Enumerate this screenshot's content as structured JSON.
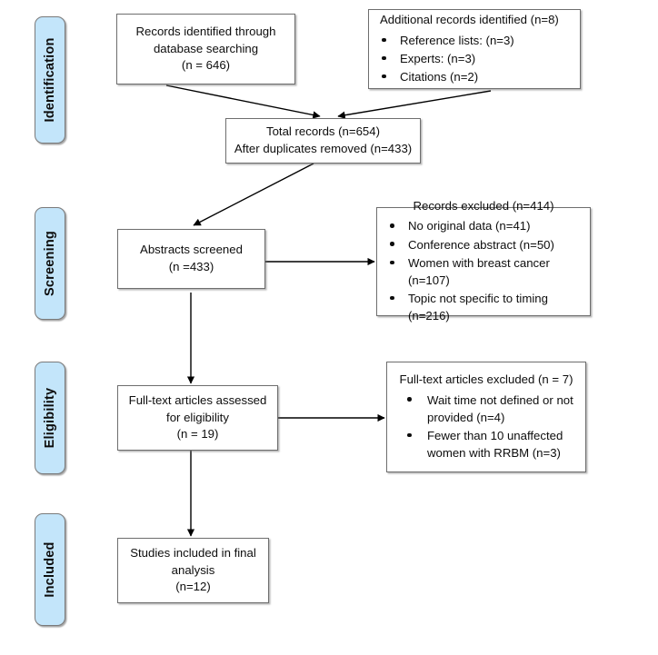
{
  "diagram": {
    "type": "prisma-flow-diagram",
    "accent_color": "#c3e5fa",
    "box_border_color": "#6e6e6e",
    "stages": [
      {
        "id": "identification",
        "label": "Identification"
      },
      {
        "id": "screening",
        "label": "Screening"
      },
      {
        "id": "eligibility",
        "label": "Eligibility"
      },
      {
        "id": "included",
        "label": "Included"
      }
    ],
    "boxes": {
      "records_identified": {
        "lines": [
          "Records identified through",
          "database searching",
          "(n = 646)"
        ]
      },
      "additional_records": {
        "heading": "Additional records identified (n=8)",
        "bullets": [
          "Reference lists: (n=3)",
          "Experts: (n=3)",
          "Citations (n=2)"
        ]
      },
      "total_records": {
        "lines": [
          "Total records (n=654)",
          "After duplicates removed (n=433)"
        ]
      },
      "abstracts_screened": {
        "lines": [
          "Abstracts screened",
          "(n =433)"
        ]
      },
      "records_excluded": {
        "heading": "Records excluded (n=414)",
        "bullets": [
          "No original data (n=41)",
          "Conference abstract (n=50)",
          "Women with breast cancer (n=107)",
          "Topic not specific to timing (n=216)"
        ]
      },
      "fulltext_assessed": {
        "lines": [
          "Full-text articles assessed",
          "for eligibility",
          "(n = 19)"
        ]
      },
      "fulltext_excluded": {
        "heading": "Full-text articles excluded (n = 7)",
        "bullets": [
          "Wait time not defined or not provided (n=4)",
          "Fewer than 10 unaffected women with RRBM (n=3)"
        ]
      },
      "studies_included": {
        "lines": [
          "Studies included in final",
          "analysis",
          "(n=12)"
        ]
      }
    }
  }
}
